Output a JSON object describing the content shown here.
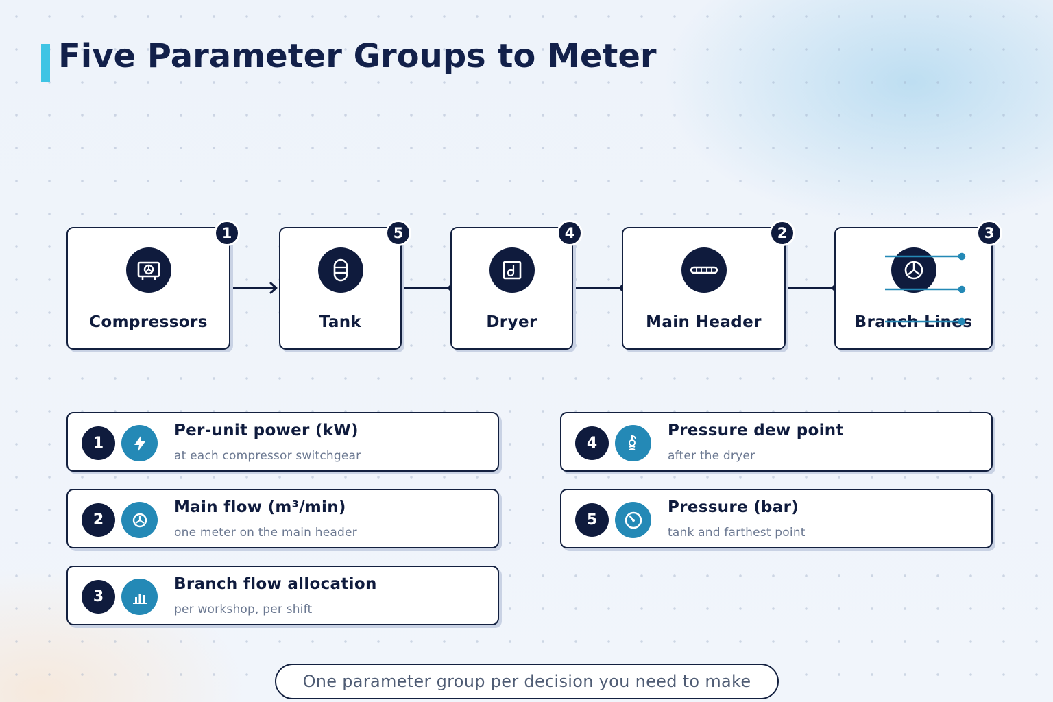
{
  "title": "Five Parameter Groups to Meter",
  "pipeline": [
    {
      "label": "Compressors",
      "badge": "1",
      "icon": "compressor-icon"
    },
    {
      "label": "Tank",
      "badge": "5",
      "icon": "tank-icon"
    },
    {
      "label": "Dryer",
      "badge": "4",
      "icon": "dryer-icon"
    },
    {
      "label": "Main Header",
      "badge": "2",
      "icon": "header-pipe-icon"
    },
    {
      "label": "Branch Lines",
      "badge": "3",
      "icon": "branch-icon"
    }
  ],
  "parameters": [
    {
      "num": "1",
      "title": "Per-unit power (kW)",
      "subtitle": "at each compressor switchgear",
      "icon": "lightning-icon"
    },
    {
      "num": "2",
      "title": "Main flow (m³/min)",
      "subtitle": "one meter on the main header",
      "icon": "flow-meter-icon"
    },
    {
      "num": "3",
      "title": "Branch flow allocation",
      "subtitle": "per workshop, per shift",
      "icon": "bar-chart-icon"
    },
    {
      "num": "4",
      "title": "Pressure dew point",
      "subtitle": "after the dryer",
      "icon": "dew-point-icon"
    },
    {
      "num": "5",
      "title": "Pressure (bar)",
      "subtitle": "tank and farthest point",
      "icon": "pressure-gauge-icon"
    }
  ],
  "footer": "One parameter group per decision you need to make",
  "colors": {
    "navy": "#0f1b3d",
    "accent_blue": "#2489b6",
    "title_bar": "#3fc4e4",
    "branch_line": "#2489b6"
  }
}
